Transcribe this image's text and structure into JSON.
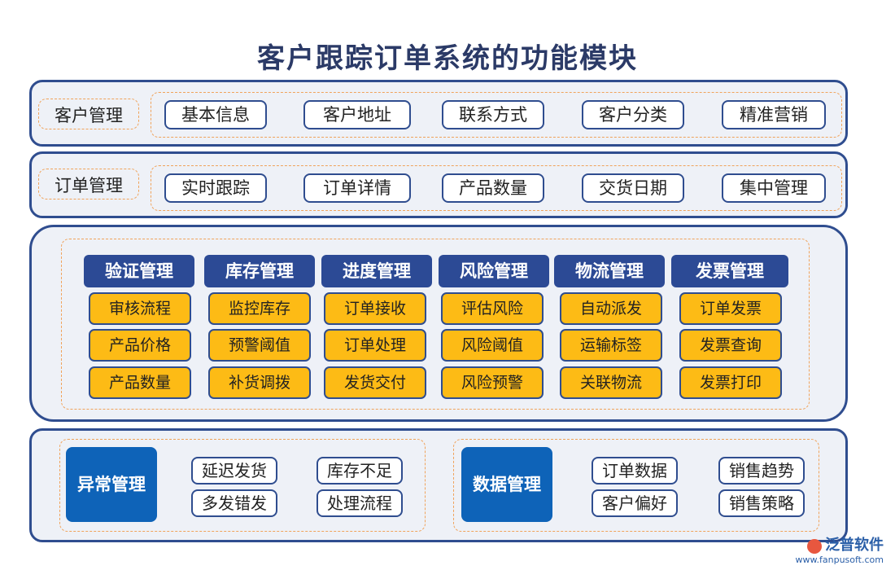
{
  "title": "客户跟踪订单系统的功能模块",
  "row1": {
    "label": "客户管理",
    "items": [
      "基本信息",
      "客户地址",
      "联系方式",
      "客户分类",
      "精准营销"
    ]
  },
  "row2": {
    "label": "订单管理",
    "items": [
      "实时跟踪",
      "订单详情",
      "产品数量",
      "交货日期",
      "集中管理"
    ]
  },
  "modules": [
    {
      "header": "验证管理",
      "items": [
        "审核流程",
        "产品价格",
        "产品数量"
      ]
    },
    {
      "header": "库存管理",
      "items": [
        "监控库存",
        "预警阈值",
        "补货调拨"
      ]
    },
    {
      "header": "进度管理",
      "items": [
        "订单接收",
        "订单处理",
        "发货交付"
      ]
    },
    {
      "header": "风险管理",
      "items": [
        "评估风险",
        "风险阈值",
        "风险预警"
      ]
    },
    {
      "header": "物流管理",
      "items": [
        "自动派发",
        "运输标签",
        "关联物流"
      ]
    },
    {
      "header": "发票管理",
      "items": [
        "订单发票",
        "发票查询",
        "发票打印"
      ]
    }
  ],
  "exception": {
    "label": "异常管理",
    "items": [
      "延迟发货",
      "库存不足",
      "多发错发",
      "处理流程"
    ]
  },
  "datamgmt": {
    "label": "数据管理",
    "items": [
      "订单数据",
      "销售趋势",
      "客户偏好",
      "销售策略"
    ]
  },
  "logo": {
    "name": "泛普软件",
    "url": "www.fanpusoft.com"
  },
  "colors": {
    "navy": "#2f4d8f",
    "header": "#2c4a95",
    "yellow": "#fdbb15",
    "blue": "#0e63b8",
    "dash": "#f0a35b",
    "panel_bg": "#eef1f7"
  }
}
